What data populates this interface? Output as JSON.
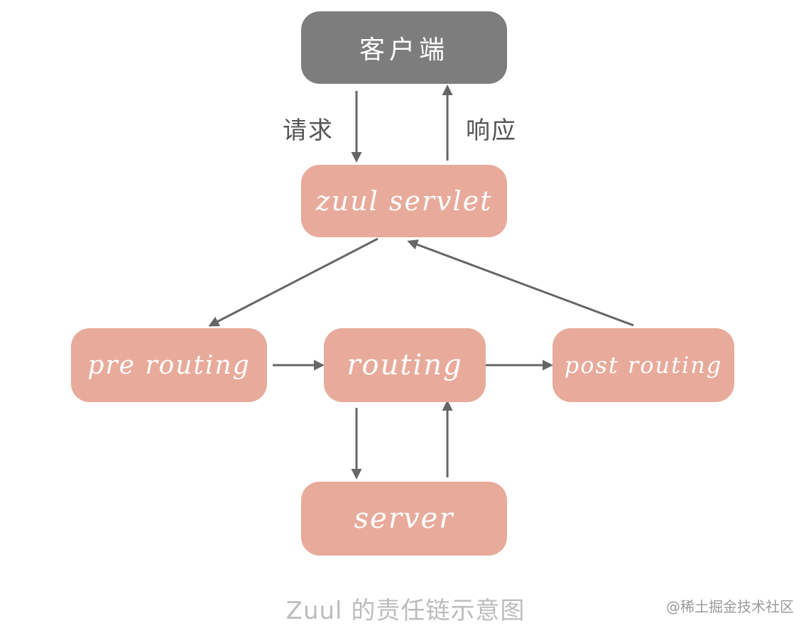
{
  "nodes": {
    "client": "客户端",
    "zuul_servlet": "zuul servlet",
    "pre_routing": "pre routing",
    "routing": "routing",
    "post_routing": "post routing",
    "server": "server"
  },
  "edge_labels": {
    "request": "请求",
    "response": "响应"
  },
  "caption": "Zuul 的责任链示意图",
  "watermark": "@稀土掘金技术社区",
  "colors": {
    "client_box": "#7d7d7d",
    "filter_box": "#e8ab9b",
    "arrow": "#666666"
  }
}
